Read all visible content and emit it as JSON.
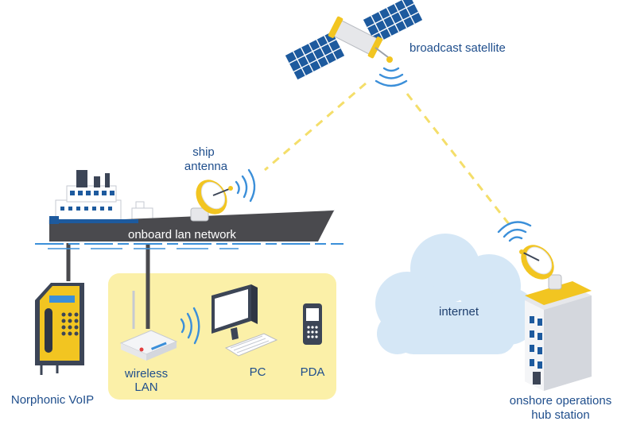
{
  "labels": {
    "satellite": "broadcast satellite",
    "ship_antenna_line1": "ship",
    "ship_antenna_line2": "antenna",
    "lan_network": "onboard lan network",
    "internet": "internet",
    "voip": "Norphonic VoIP",
    "wireless_line1": "wireless",
    "wireless_line2": "LAN",
    "pc": "PC",
    "pda": "PDA",
    "hub_line1": "onshore operations",
    "hub_line2": "hub station"
  },
  "colors": {
    "text": "#1f4e8c",
    "signal": "#3b8fd9",
    "link": "#f4de6a",
    "lan_zone": "#fbf0a8",
    "cloud": "#d5e7f6",
    "hull": "#4a4a4e",
    "accent_yellow": "#f2c521",
    "solar_panel": "#1d5a9e"
  },
  "icons": [
    "satellite-icon",
    "ship-icon",
    "dish-antenna-icon",
    "cloud-icon",
    "building-icon",
    "voip-phone-icon",
    "router-icon",
    "pc-monitor-icon",
    "keyboard-icon",
    "pda-phone-icon",
    "signal-waves-icon"
  ]
}
